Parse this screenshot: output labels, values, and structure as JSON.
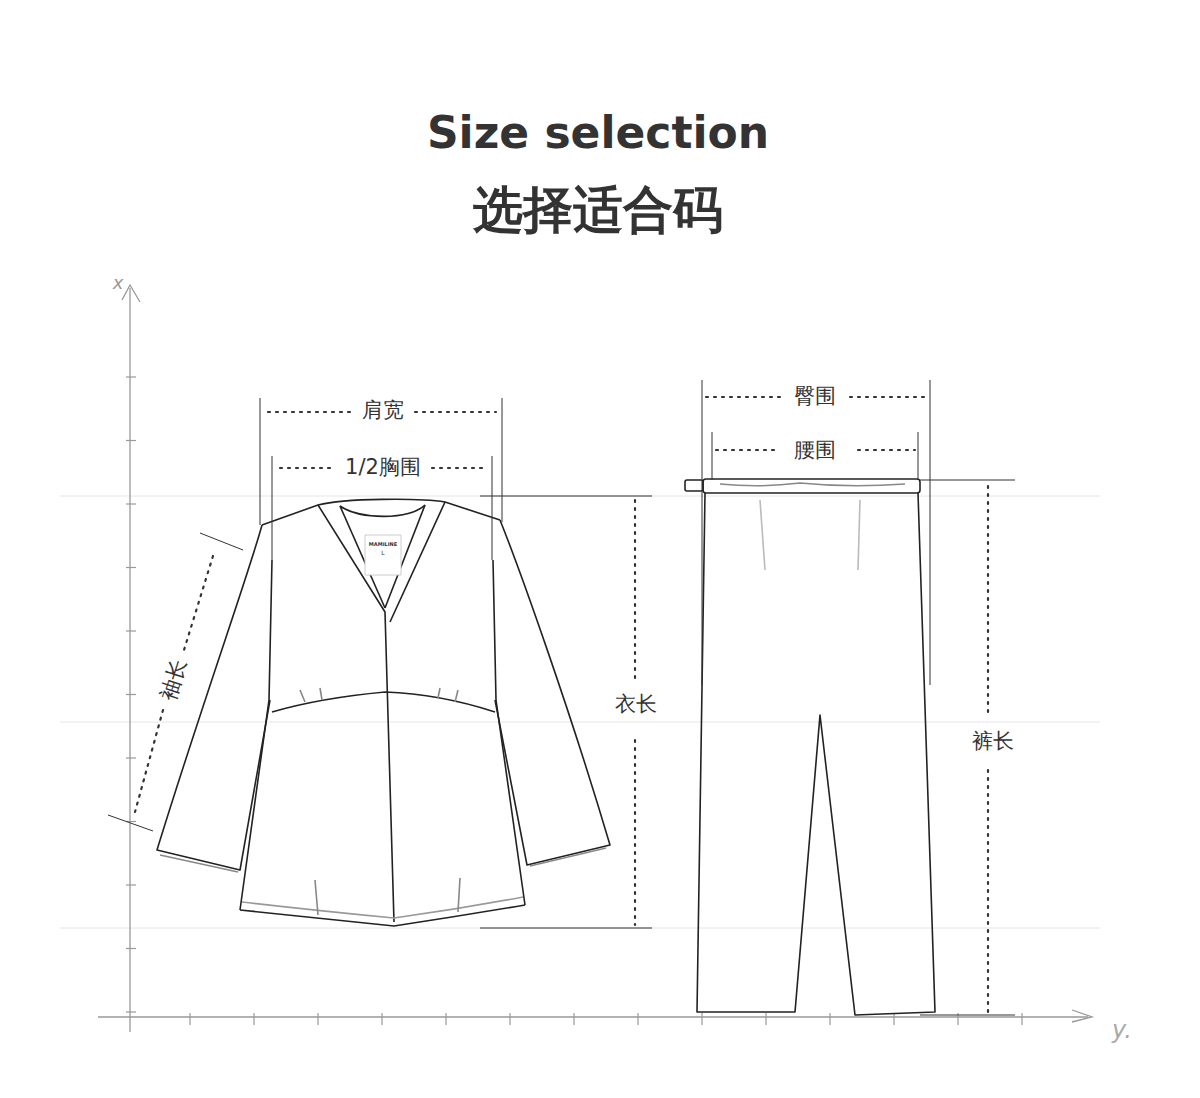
{
  "diagram": {
    "title": "Size selection",
    "labels": [
      "选择适合码",
      "肩宽",
      "1/2胸围",
      "袖长",
      "衣长",
      "臀围",
      "腰围",
      "裤长",
      "MAMILINE",
      "L",
      "x",
      "y."
    ]
  }
}
